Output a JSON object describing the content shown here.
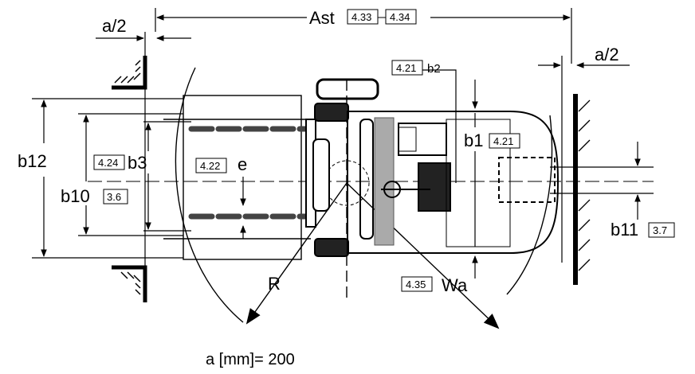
{
  "dimensions": {
    "a_half_left": "a/2",
    "a_half_right": "a/2",
    "ast": "Ast",
    "ast_ref1": "4.33",
    "ast_ref2": "4.34",
    "b2_ref": "4.21",
    "b2": "b2",
    "b1": "b1",
    "b1_ref": "4.21",
    "b12": "b12",
    "b3_ref": "4.24",
    "b3": "b3",
    "e_ref": "4.22",
    "e": "e",
    "b10": "b10",
    "b10_ref": "3.6",
    "b11": "b11",
    "b11_ref": "3.7",
    "r": "R",
    "wa_ref": "4.35",
    "wa": "Wa"
  },
  "caption": "a [mm]= 200"
}
